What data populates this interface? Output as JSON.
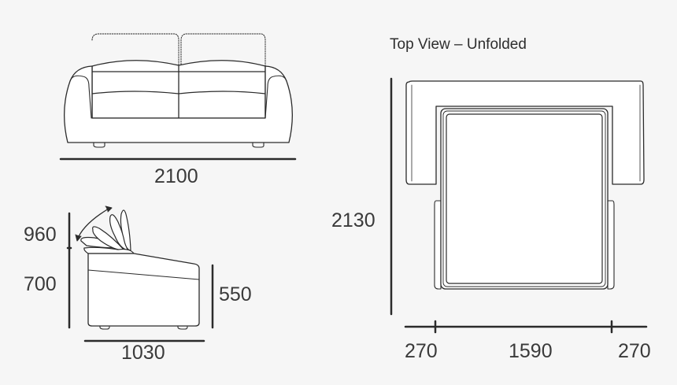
{
  "diagram": {
    "subject": "Sofa bed dimension drawing",
    "colors": {
      "background": "#f6f6f6",
      "line": "#2b2b2b",
      "fill": "#ffffff",
      "text": "#3a3a3a"
    },
    "front_view": {
      "width_label": "2100"
    },
    "side_view": {
      "total_height_label": "960",
      "back_height_label": "700",
      "seat_height_label": "550",
      "depth_label": "1030"
    },
    "top_view": {
      "title": "Top View – Unfolded",
      "length_label": "2130",
      "left_arm_label": "270",
      "bed_width_label": "1590",
      "right_arm_label": "270"
    }
  }
}
